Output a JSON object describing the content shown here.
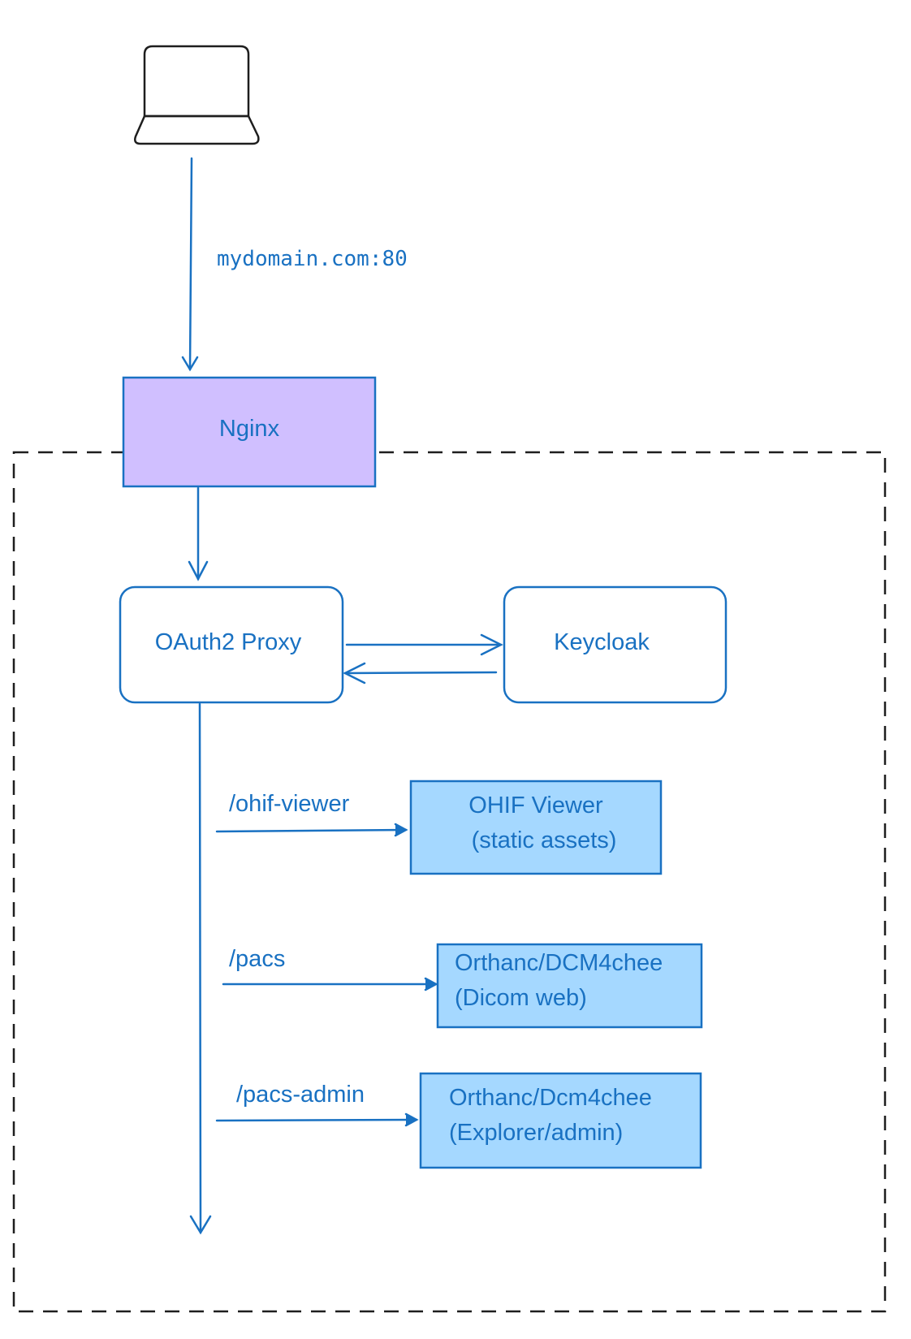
{
  "colors": {
    "accent": "#1971c2",
    "nginx_fill": "#d0bfff",
    "service_fill": "#a5d8ff",
    "outline": "#1e1e1e"
  },
  "client": {
    "icon": "laptop-icon"
  },
  "edges": {
    "client_to_nginx": "mydomain.com:80",
    "route_ohif": "/ohif-viewer",
    "route_pacs": "/pacs",
    "route_pacs_admin": "/pacs-admin"
  },
  "nodes": {
    "nginx": "Nginx",
    "oauth2_proxy": "OAuth2 Proxy",
    "keycloak": "Keycloak",
    "ohif_viewer": {
      "line1": "OHIF Viewer",
      "line2": "(static assets)"
    },
    "pacs": {
      "line1": "Orthanc/DCM4chee",
      "line2": "(Dicom web)"
    },
    "pacs_admin": {
      "line1": "Orthanc/Dcm4chee",
      "line2": "(Explorer/admin)"
    }
  }
}
